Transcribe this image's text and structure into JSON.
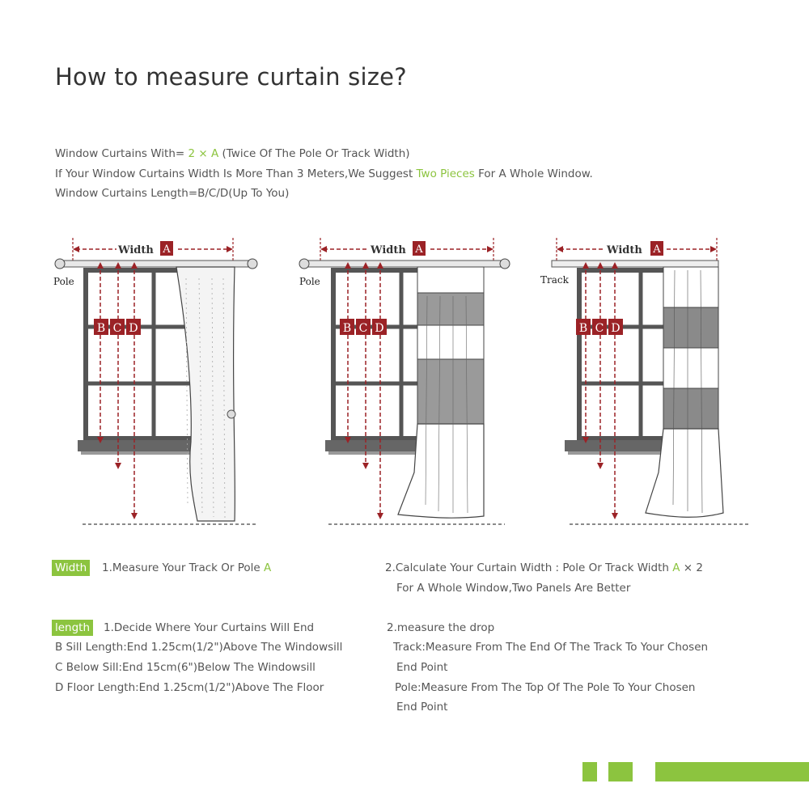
{
  "title": "How to measure curtain size?",
  "intro": {
    "line1_a": "Window Curtains With= ",
    "line1_b": "2 × A",
    "line1_c": " (Twice Of The Pole Or Track Width)",
    "line2_a": "If Your Window Curtains Width Is More Than 3 Meters,We Suggest ",
    "line2_b": "Two Pieces",
    "line2_c": " For A Whole Window.",
    "line3": "Window Curtains Length=B/C/D(Up To You)"
  },
  "diagrams": [
    {
      "width_label": "Width",
      "a_label": "A",
      "mount_label": "Pole",
      "b": "B",
      "c": "C",
      "d": "D"
    },
    {
      "width_label": "Width",
      "a_label": "A",
      "mount_label": "Pole",
      "b": "B",
      "c": "C",
      "d": "D"
    },
    {
      "width_label": "Width",
      "a_label": "A",
      "mount_label": "Track",
      "b": "B",
      "c": "C",
      "d": "D"
    }
  ],
  "width_section": {
    "badge": "Width",
    "step1_text": "1.Measure Your Track Or Pole ",
    "step1_a": "A",
    "step2_text": "2.Calculate Your Curtain Width : Pole Or Track Width ",
    "step2_a": "A",
    "step2_suffix": " × 2",
    "step2_line2": "For A Whole Window,Two Panels Are Better"
  },
  "length_section": {
    "badge": "length",
    "step1_text": "1.Decide Where Your Curtains Will End",
    "b_line": "B Sill Length:End 1.25cm(1/2\")Above The Windowsill",
    "c_line": "C Below Sill:End 15cm(6\")Below The Windowsill",
    "d_line": "D Floor Length:End 1.25cm(1/2\")Above The Floor",
    "step2_text": "2.measure the drop",
    "track_line1": "Track:Measure From The End Of The Track To Your Chosen",
    "track_line2": "End Point",
    "pole_line1": "Pole:Measure From The Top Of The Pole To Your Chosen",
    "pole_line2": "End Point"
  },
  "colors": {
    "accent_green": "#8cc43f",
    "measure_red": "#9b2226",
    "text": "#555555",
    "heading": "#333333"
  }
}
